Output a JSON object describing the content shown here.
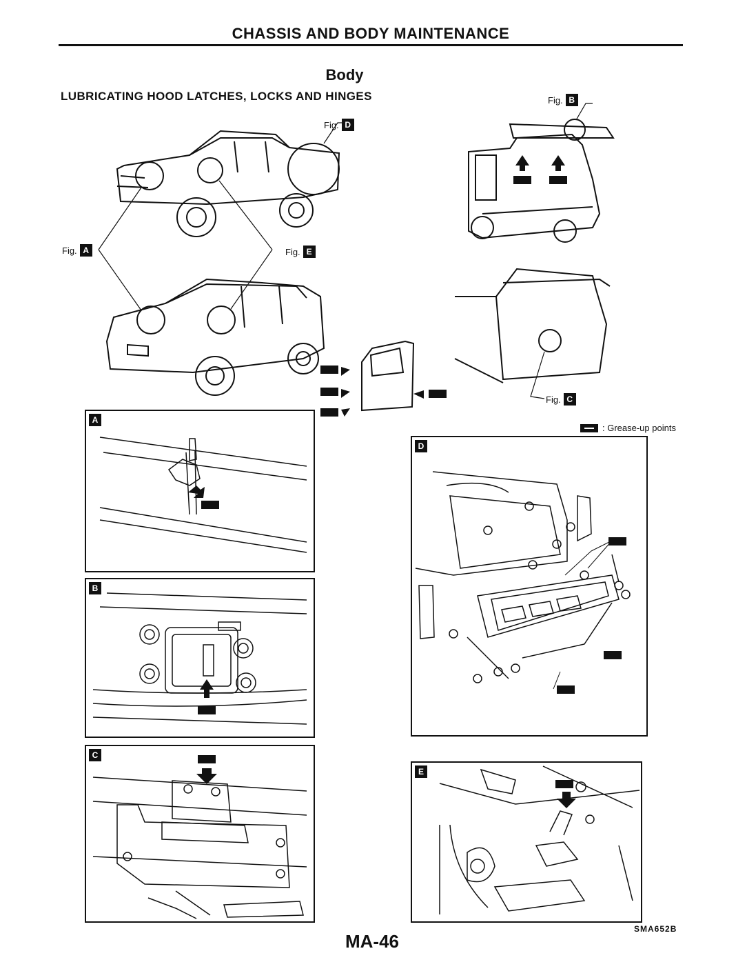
{
  "header": {
    "title": "CHASSIS AND BODY MAINTENANCE"
  },
  "section": {
    "title": "Body"
  },
  "subsection": {
    "title": "LUBRICATING HOOD LATCHES, LOCKS AND HINGES"
  },
  "fig_prefix": "Fig.",
  "figures": {
    "A": {
      "tag": "A"
    },
    "B": {
      "tag": "B"
    },
    "C": {
      "tag": "C"
    },
    "D": {
      "tag": "D"
    },
    "E": {
      "tag": "E"
    }
  },
  "legend": {
    "label": ": Grease-up points",
    "icon": "grease-point-icon"
  },
  "footer": {
    "code": "SMA652B",
    "page_number": "MA-46"
  }
}
